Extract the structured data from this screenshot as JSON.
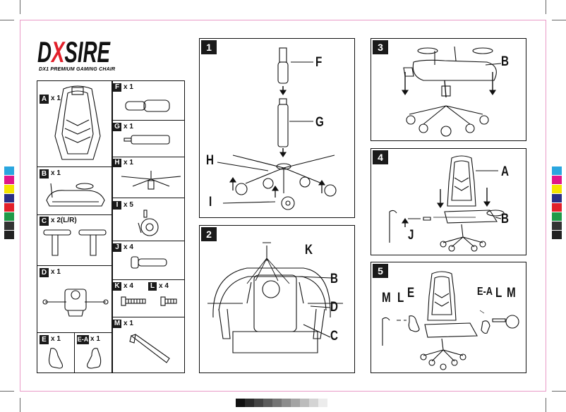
{
  "brand": {
    "logo": "DXSIRE",
    "subtitle": "DX1 PREMIUM GAMING CHAIR",
    "accent": "#e2202a"
  },
  "parts": [
    {
      "id": "A",
      "qty": "x 1"
    },
    {
      "id": "B",
      "qty": "x 1"
    },
    {
      "id": "C",
      "qty": "x 2(L/R)"
    },
    {
      "id": "D",
      "qty": "x 1"
    },
    {
      "id": "E",
      "qty": "x 1"
    },
    {
      "id": "E-A",
      "qty": "x 1"
    },
    {
      "id": "F",
      "qty": "x 1"
    },
    {
      "id": "G",
      "qty": "x 1"
    },
    {
      "id": "H",
      "qty": "x 1"
    },
    {
      "id": "I",
      "qty": "x 5"
    },
    {
      "id": "J",
      "qty": "x 4"
    },
    {
      "id": "K",
      "qty": "x 4"
    },
    {
      "id": "L",
      "qty": "x 4"
    },
    {
      "id": "M",
      "qty": "x 1"
    }
  ],
  "steps": [
    {
      "number": "1",
      "callouts": [
        "F",
        "G",
        "H",
        "I"
      ]
    },
    {
      "number": "2",
      "callouts": [
        "K",
        "B",
        "D",
        "C"
      ]
    },
    {
      "number": "3",
      "callouts": [
        "B"
      ]
    },
    {
      "number": "4",
      "callouts": [
        "A",
        "B",
        "J"
      ]
    },
    {
      "number": "5",
      "callouts": [
        "M",
        "L",
        "E",
        "E-A",
        "L",
        "M"
      ]
    }
  ],
  "colors": {
    "border": "#e99ac7",
    "cmyk_bar": [
      "#2aa6df",
      "#e0168a",
      "#f5e400",
      "#2a2f86",
      "#e2202a",
      "#1f9a48",
      "#333333",
      "#222222"
    ]
  }
}
